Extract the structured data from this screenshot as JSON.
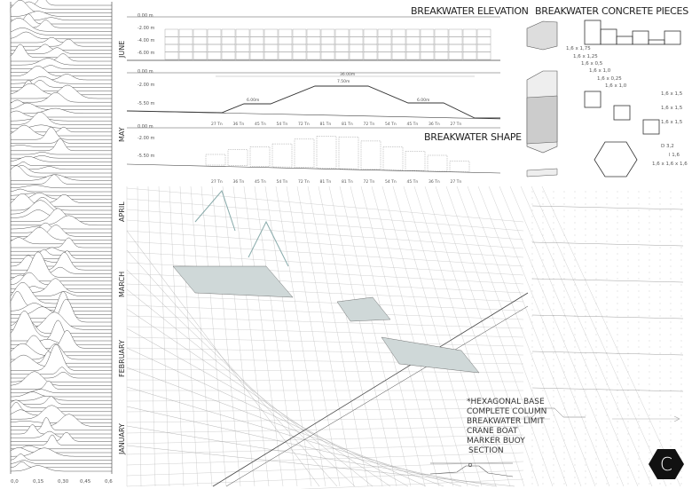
{
  "titles": {
    "elevation": "BREAKWATER ELEVATION",
    "shape": "BREAKWATER SHAPE",
    "pieces": "BREAKWATER CONCRETE PIECES"
  },
  "levels": {
    "l0": "0.00 m",
    "l2": "-2.00 m",
    "l4": "-4.00 m",
    "l6": "-6.00 m",
    "l55": "-5.50 m"
  },
  "dimensions": {
    "total": "36.00m",
    "top": "7.50m",
    "left_step": "6.00m",
    "right_step": "6.00m"
  },
  "tonnage_labels": [
    "27 Tn",
    "36 Tn",
    "45 Tn",
    "54 Tn",
    "72 Tn",
    "81 Tn",
    "81 Tn",
    "72 Tn",
    "54 Tn",
    "45 Tn",
    "36 Tn",
    "27 Tn"
  ],
  "piece_sizes": [
    "1,6 x 1,75",
    "1,6 x 1,25",
    "1,6 x 0,5",
    "1,6 x 1,0",
    "1,6 x 0,25",
    "1,6 x 1,0"
  ],
  "column_sizes": [
    "1,6 x 1,5",
    "1,6 x 1,5",
    "1,6 x 1,5"
  ],
  "hexagon_specs": [
    "D 3,2",
    "l 1,6",
    "1,6 x 1,6 x 1,6"
  ],
  "months": [
    "JUNE",
    "MAY",
    "APRIL",
    "MARCH",
    "FEBRUARY",
    "JANUARY"
  ],
  "ridge_axis_ticks": [
    "0,0",
    "0,15",
    "0,30",
    "0,45",
    "0,6"
  ],
  "legend": [
    "*HEXAGONAL BASE",
    "COMPLETE COLUMN",
    "BREAKWATER LIMIT",
    "CRANE BOAT",
    "MARKER BUOY",
    "SECTION"
  ],
  "logo_letter": "C",
  "colors": {
    "ink": "#333333",
    "light": "#bbbbbb",
    "logo": "#111111"
  }
}
